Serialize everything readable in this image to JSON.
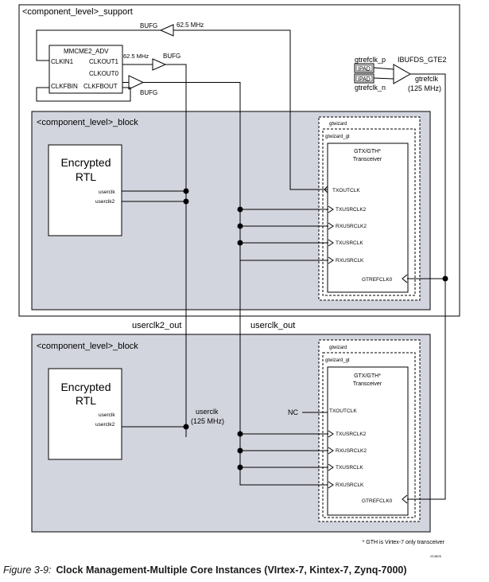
{
  "support": {
    "title": "<component_level>_support"
  },
  "bufg": {
    "label": "BUFG"
  },
  "freq_62_5": "62.5 MHz",
  "freq_62_5_short": "62.5 MHz",
  "mmcm": {
    "name": "MMCME2_ADV",
    "clkin1": "CLKIN1",
    "clkout1": "CLKOUT1",
    "clkout0": "CLKOUT0",
    "clkfbin": "CLKFBIN",
    "clkfbout": "CLKFBOUT"
  },
  "refclk": {
    "p": "gtrefclk_p",
    "n": "gtrefclk_n",
    "buf": "IBUFDS_GTE2",
    "ipad": "IPAD",
    "out": "gtrefclk",
    "freq": "(125 MHz)"
  },
  "block": {
    "title": "<component_level>_block",
    "rtl_line1": "Encrypted",
    "rtl_line2": "RTL",
    "userclk": "userclk",
    "userclk2": "userclk2",
    "gtwizard": "gtwizard",
    "gtwizard_gt": "gtwizard_gt",
    "transceiver_line1": "GTX/GTH*",
    "transceiver_line2": "Transceiver",
    "txoutclk": "TXOUTCLK",
    "txusrclk2": "TXUSRCLK2",
    "rxusrclk2": "RXUSRCLK2",
    "txusrclk": "TXUSRCLK",
    "rxusrclk": "RXUSRCLK",
    "gtrefclk0": "GTREFCLK0"
  },
  "userclk2_out": "userclk2_out",
  "userclk_out": "userclk_out",
  "nc": "NC",
  "userclk_label": "userclk",
  "userclk_freq": "(125 MHz)",
  "footnote": "* GTH is Virtex-7 only transceiver",
  "tiny_id": "X13825",
  "figure": {
    "label": "Figure 3-9:",
    "title": "Clock Management-Multiple Core Instances (VIrtex-7, Kintex-7, Zynq-7000)"
  },
  "colors": {
    "block_fill": "#d3d5de",
    "line": "#000000"
  }
}
